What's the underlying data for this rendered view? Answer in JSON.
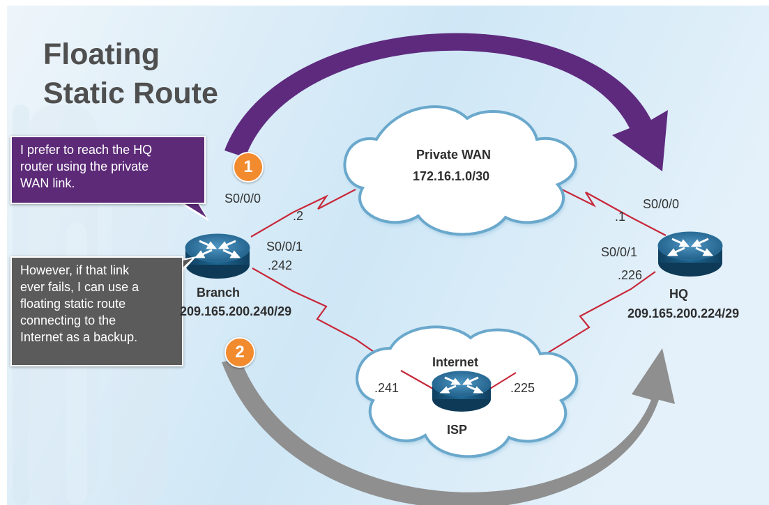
{
  "title": {
    "line1": "Floating",
    "line2": "Static Route"
  },
  "callouts": {
    "primary": [
      "I prefer to reach the HQ",
      "router using the private",
      "WAN link."
    ],
    "backup": [
      "However, if that link",
      "ever fails, I can use a",
      "floating static route",
      "connecting to the",
      "Internet as a backup."
    ]
  },
  "markers": {
    "first": "1",
    "second": "2"
  },
  "clouds": {
    "wan": {
      "name": "Private WAN",
      "network": "172.16.1.0/30"
    },
    "internet": {
      "name": "Internet"
    }
  },
  "routers": {
    "branch": {
      "name": "Branch",
      "network": "209.165.200.240/29"
    },
    "hq": {
      "name": "HQ",
      "network": "209.165.200.224/29"
    },
    "isp": {
      "name": "ISP"
    }
  },
  "interfaces": {
    "branch_s000": "S0/0/0",
    "branch_s000_ip": ".2",
    "branch_s001": "S0/0/1",
    "branch_s001_ip": ".242",
    "hq_s000": "S0/0/0",
    "hq_s000_ip": ".1",
    "hq_s001": "S0/0/1",
    "hq_s001_ip": ".226",
    "isp_left_ip": ".241",
    "isp_right_ip": ".225"
  },
  "colors": {
    "primary_arrow": "#5e2a7e",
    "backup_arrow": "#8f8f8f",
    "link": "#c8283a",
    "router": "#1f5f86",
    "badge": "#f28a2e"
  }
}
